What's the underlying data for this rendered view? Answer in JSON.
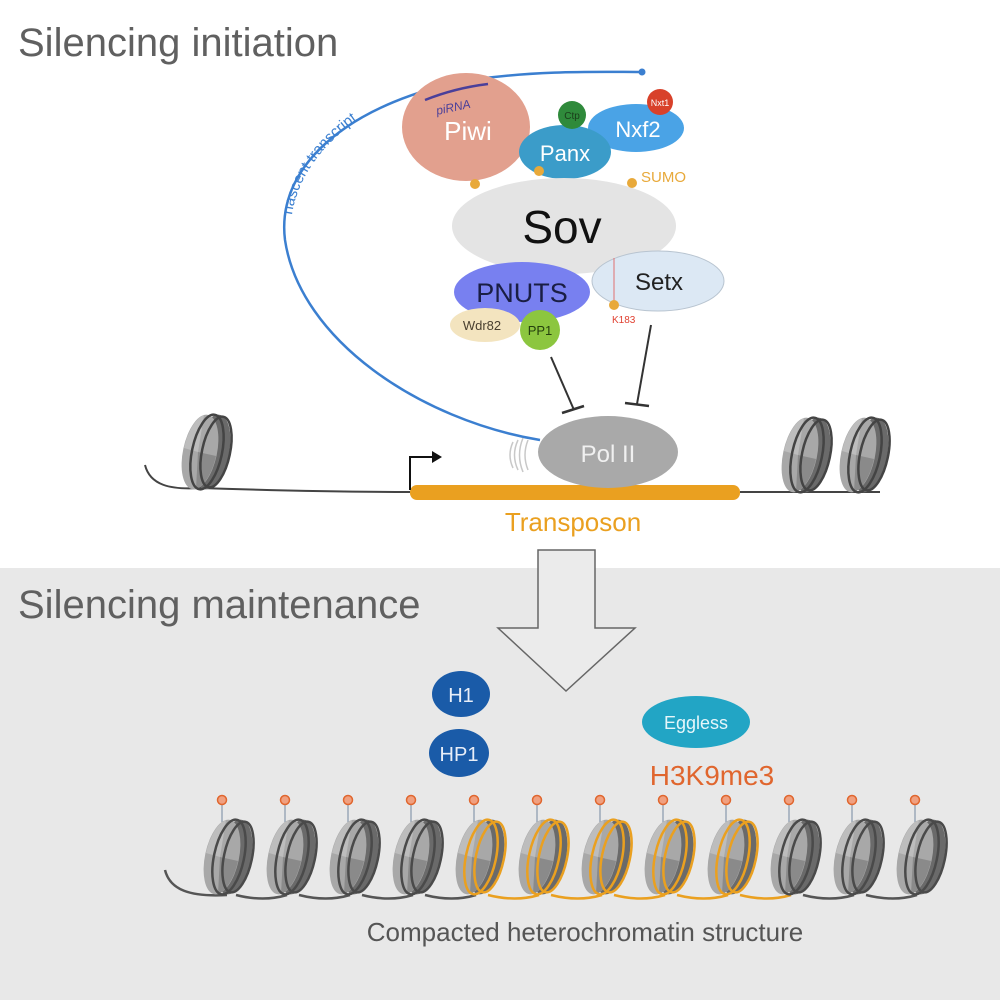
{
  "sections": {
    "initiation": {
      "title": "Silencing initiation"
    },
    "maintenance": {
      "title": "Silencing maintenance"
    }
  },
  "initiation_complex": {
    "piwi": {
      "label": "Piwi",
      "color": "#e2a08e"
    },
    "pirna": {
      "label": "piRNA",
      "color": "#4a3f9a"
    },
    "ctp": {
      "label": "Ctp",
      "color": "#2f8a3b"
    },
    "nxf2": {
      "label": "Nxf2",
      "color": "#4aa3e6"
    },
    "nxt1": {
      "label": "Nxt1",
      "color": "#d8412a"
    },
    "panx": {
      "label": "Panx",
      "color": "#3b9cc9"
    },
    "sumo": {
      "label": "SUMO",
      "color": "#e8a93a"
    },
    "sov": {
      "label": "Sov",
      "color": "#e4e4e4"
    },
    "pnuts": {
      "label": "PNUTS",
      "color": "#7880f0"
    },
    "setx": {
      "label": "Setx",
      "color": "#dce8f4"
    },
    "k183": {
      "label": "K183",
      "color": "#e04030"
    },
    "wdr82": {
      "label": "Wdr82",
      "color": "#f3e4bf"
    },
    "pp1": {
      "label": "PP1",
      "color": "#8cc63f"
    },
    "pol2": {
      "label": "Pol II",
      "color": "#a9a9a9"
    },
    "nascent_transcript": {
      "label": "nascent transcript",
      "color": "#3b7fd0"
    }
  },
  "locus": {
    "transposon": {
      "label": "Transposon",
      "color": "#eaa020"
    }
  },
  "maintenance_factors": {
    "h1": {
      "label": "H1",
      "color": "#1a5ba8"
    },
    "hp1": {
      "label": "HP1",
      "color": "#1a5ba8"
    },
    "eggless": {
      "label": "Eggless",
      "color": "#22a5c5"
    },
    "h3k9me3": {
      "label": "H3K9me3",
      "color": "#e0662e"
    }
  },
  "heterochromatin": {
    "label": "Compacted heterochromatin structure",
    "nucleosome_count": 12,
    "transposon_nucleosomes": [
      5,
      6,
      7,
      8,
      9
    ]
  }
}
